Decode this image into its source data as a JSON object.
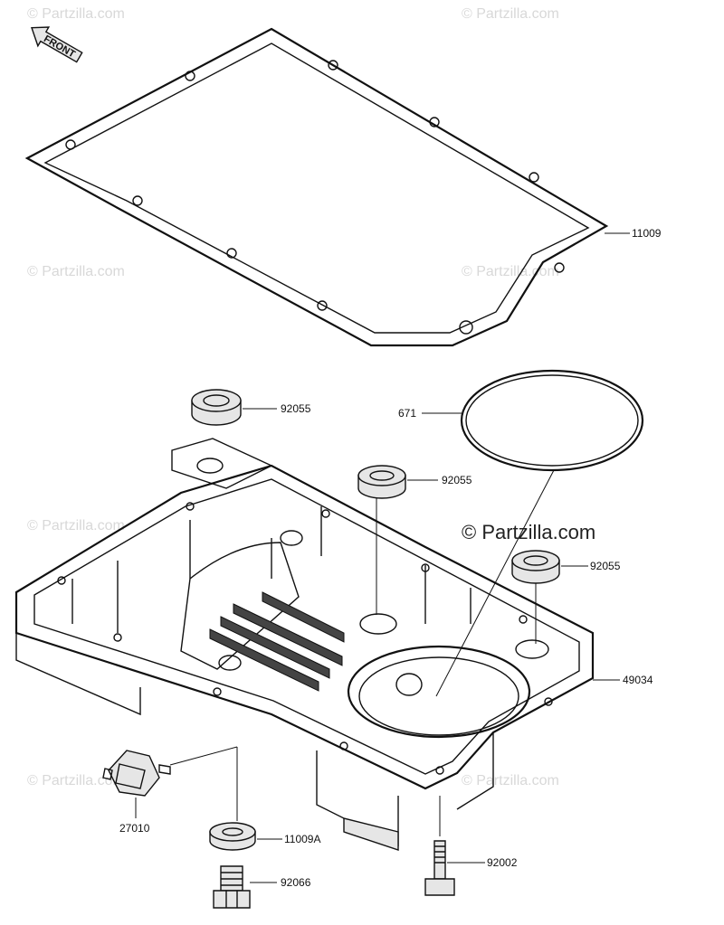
{
  "watermarks": {
    "main": "© Partzilla.com",
    "faint": "© Partzilla.com"
  },
  "front_label": "FRONT",
  "parts": {
    "p11009": "11009",
    "p92055a": "92055",
    "p671": "671",
    "p92055b": "92055",
    "p92055c": "92055",
    "p49034": "49034",
    "p27010": "27010",
    "p11009a": "11009A",
    "p92002": "92002",
    "p92066": "92066"
  }
}
